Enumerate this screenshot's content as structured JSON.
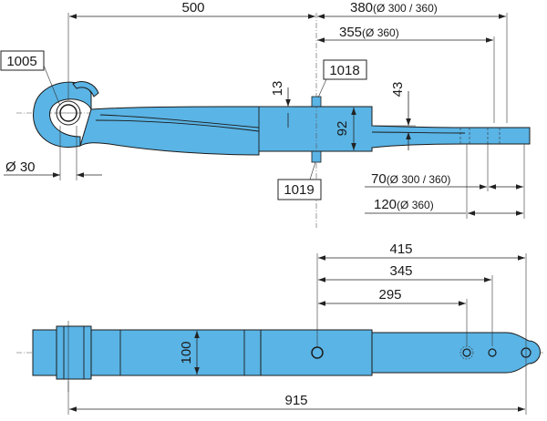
{
  "drawing": {
    "fill_color": "#5ab4e5",
    "outline_color": "#1b1b1b"
  },
  "labels": {
    "part_eye_bush": "1005",
    "part_top": "1018",
    "part_bottom": "1019"
  },
  "dimensions": {
    "d500": "500",
    "d380_main": "380",
    "d380_note": "(Ø 300 / 360)",
    "d355_main": "355",
    "d355_note": "(Ø 360)",
    "d13": "13",
    "d43": "43",
    "d92": "92",
    "d30": "Ø 30",
    "d70_main": "70",
    "d70_note": "(Ø 300 / 360)",
    "d120_main": "120",
    "d120_note": "(Ø 360)",
    "d415": "415",
    "d345": "345",
    "d295": "295",
    "d100": "100",
    "d915": "915"
  }
}
